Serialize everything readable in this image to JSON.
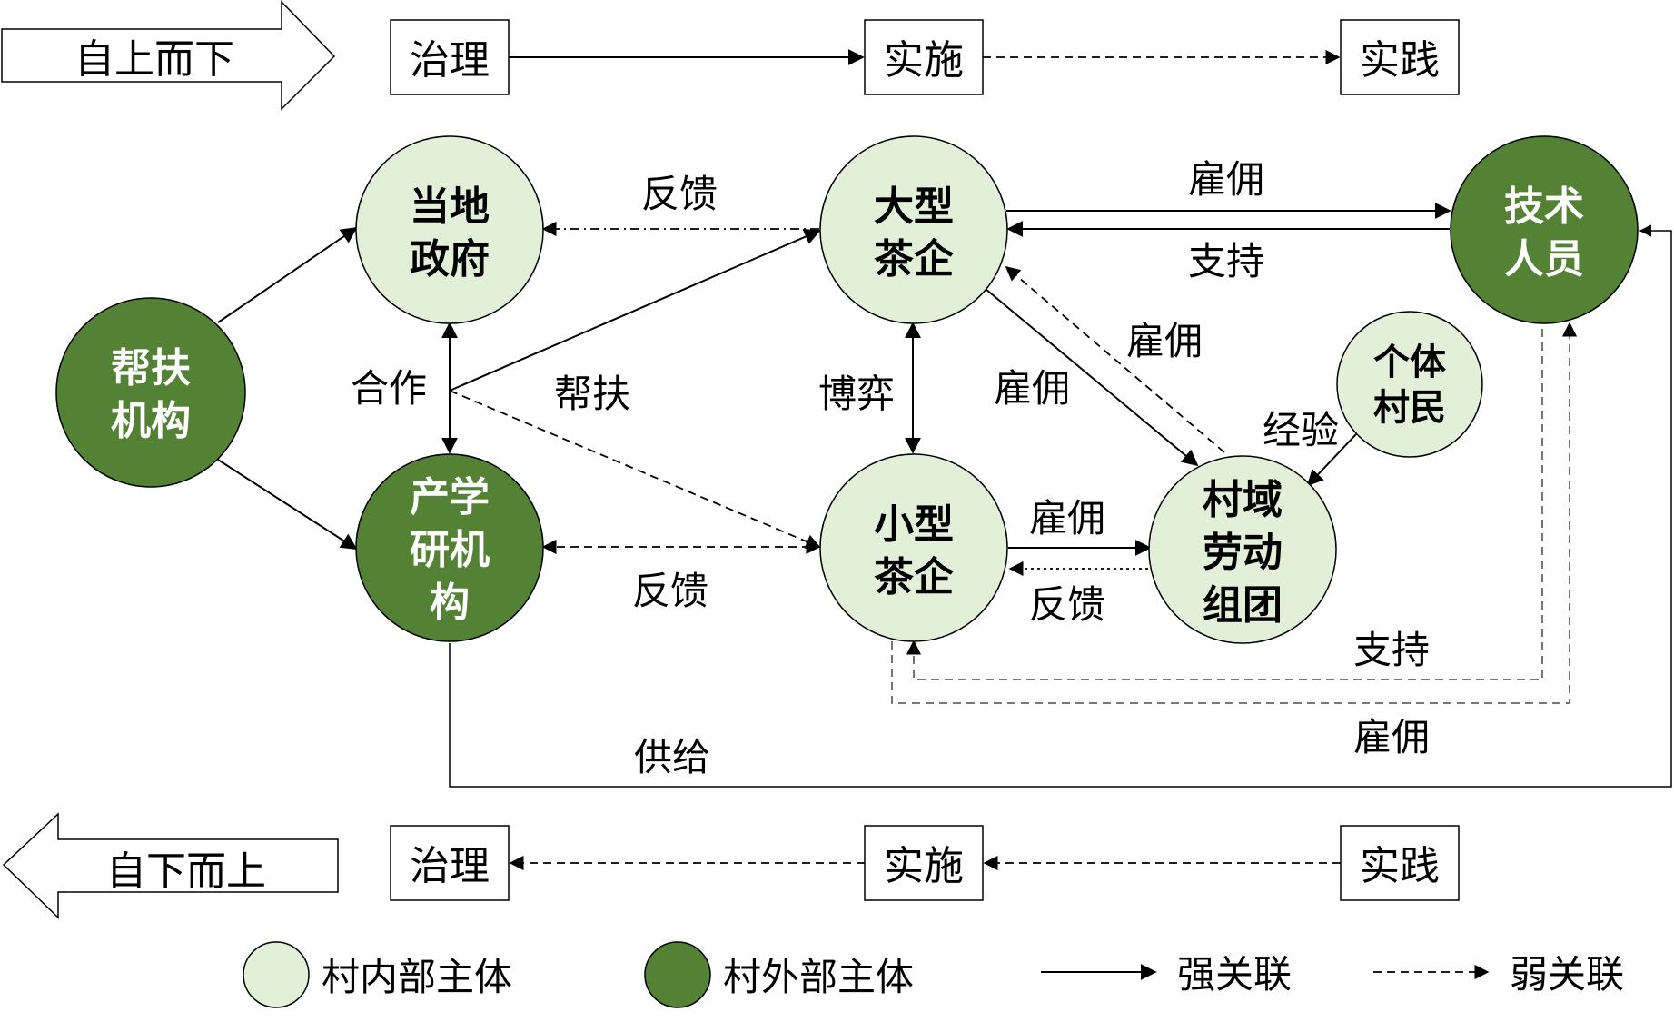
{
  "colors": {
    "inner_fill": "#e2f0d9",
    "outer_fill": "#548235",
    "outer_text": "#ffffff",
    "stroke": "#000000",
    "line": "#000000",
    "dash_line": "#555555"
  },
  "header": {
    "top_arrow": "自上而下",
    "bottom_arrow": "自下而上",
    "top_boxes": [
      "治理",
      "实施",
      "实践"
    ],
    "bottom_boxes": [
      "治理",
      "实施",
      "实践"
    ]
  },
  "nodes": {
    "aid": [
      "帮扶",
      "机构"
    ],
    "gov": [
      "当地",
      "政府"
    ],
    "research": [
      "产学",
      "研机",
      "构"
    ],
    "big": [
      "大型",
      "茶企"
    ],
    "small": [
      "小型",
      "茶企"
    ],
    "tech": [
      "技术",
      "人员"
    ],
    "villager": [
      "个体",
      "村民"
    ],
    "labor": [
      "村域",
      "劳动",
      "组团"
    ]
  },
  "edge_labels": {
    "gov_big_feedback": "反馈",
    "cooperation": "合作",
    "help": "帮扶",
    "game": "博弈",
    "hire_big_tech": "雇佣",
    "support_tech_big": "支持",
    "hire_labor_big": "雇佣",
    "hire_big_labor": "雇佣",
    "experience": "经验",
    "hire_small_labor": "雇佣",
    "feedback_labor_small": "反馈",
    "feedback_research_small": "反馈",
    "support_tech_small": "支持",
    "hire_small_tech": "雇佣",
    "supply": "供给"
  },
  "legend": {
    "inner": "村内部主体",
    "outer": "村外部主体",
    "strong": "强关联",
    "weak": "弱关联"
  }
}
